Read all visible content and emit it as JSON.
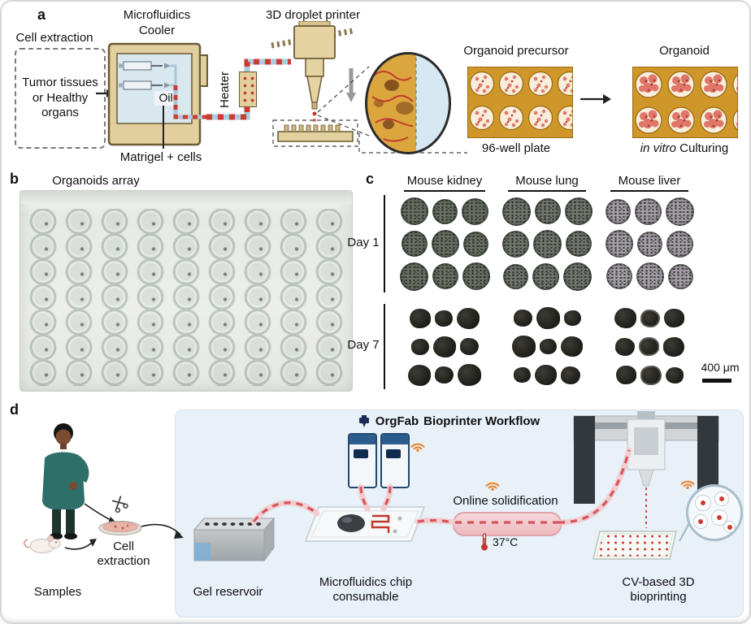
{
  "panel_a": {
    "label": "a",
    "cell_extraction": "Cell extraction",
    "source_box": "Tumor tissues or Healthy organs",
    "microfluidics": "Microfluidics",
    "cooler": "Cooler",
    "oil": "Oil",
    "matrigel": "Matrigel + cells",
    "heater": "Heater",
    "printer": "3D droplet printer",
    "precursor": "Organoid precursor",
    "well_plate": "96-well plate",
    "organoid": "Organoid",
    "culturing_italic": "in vitro",
    "culturing_rest": " Culturing"
  },
  "panel_b": {
    "label": "b",
    "title": "Organoids array"
  },
  "panel_c": {
    "label": "c",
    "columns": [
      "Mouse kidney",
      "Mouse lung",
      "Mouse liver"
    ],
    "rows": [
      "Day 1",
      "Day 7"
    ],
    "scale_bar": "400 μm"
  },
  "panel_d": {
    "label": "d",
    "brand": "OrgFab",
    "workflow_title": "Bioprinter Workflow",
    "samples": "Samples",
    "cell_extraction": "Cell extraction",
    "gel_reservoir": "Gel reservoir",
    "chip": "Microfluidics chip consumable",
    "solidification": "Online solidification",
    "temperature": "37°C",
    "cv_printing": "CV-based 3D bioprinting"
  }
}
